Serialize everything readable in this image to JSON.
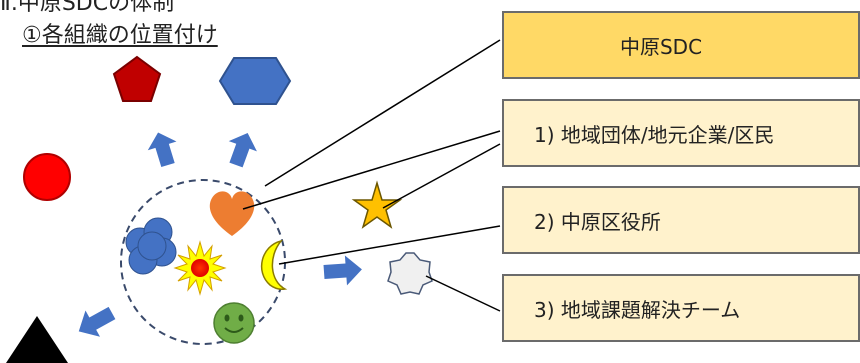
{
  "header": {
    "title": "Ⅱ.中原SDCの体制",
    "subtitle": "①各組織の位置付け"
  },
  "legend": [
    {
      "key": "org",
      "label": "中原SDC",
      "color": "#ffd966"
    },
    {
      "key": "residents",
      "label": "1) 地域団体/地元企業/区民",
      "color": "#fff2cc"
    },
    {
      "key": "ward",
      "label": "2) 中原区役所",
      "color": "#fff2cc"
    },
    {
      "key": "team",
      "label": "3) 地域課題解決チーム",
      "color": "#fff2cc"
    }
  ],
  "shapes": {
    "center_members": [
      "heart-icon",
      "cloud-icon",
      "sun-icon",
      "moon-icon",
      "smiley-icon"
    ],
    "outside": [
      "pentagon-icon",
      "hexagon-icon",
      "red-circle-icon",
      "star-icon",
      "seven-point-star-icon",
      "triangle-icon"
    ]
  },
  "colors": {
    "arrow": "#4472c4",
    "circle_border": "#3a4a6b",
    "pentagon": "#c00000",
    "hexagon": "#4472c4",
    "red_circle": "#ff0000",
    "heart": "#ed7d31",
    "star": "#ffc000",
    "smiley": "#70ad47"
  }
}
